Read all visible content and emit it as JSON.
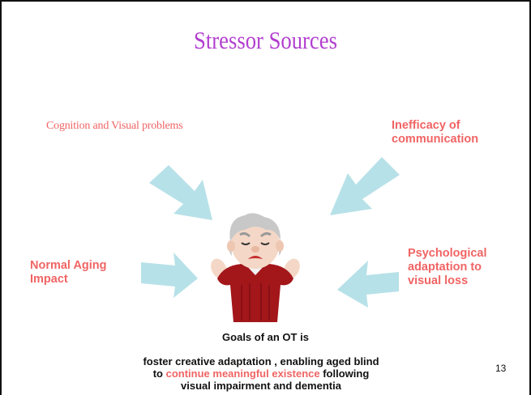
{
  "slide": {
    "title": "Stressor Sources",
    "labels": {
      "top_left": "Cognition and Visual problems",
      "top_right": "Inefficacy of communication",
      "bottom_left": "Normal Aging Impact",
      "bottom_right": "Psychological adaptation to visual loss"
    },
    "goals": {
      "heading": "Goals of an OT is",
      "line_1": "foster creative adaptation , enabling aged blind",
      "line_2_prefix": "to ",
      "line_2_highlight": "continue meaningful existence",
      "line_2_suffix": " following",
      "line_3": "visual impairment and dementia"
    },
    "page_number": "13"
  },
  "colors": {
    "title": "#b23fd0",
    "accent_text": "#f06464",
    "arrow_fill": "#b7e1e8",
    "sweater": "#a3161a",
    "hair": "#c8c8c8"
  },
  "icons": {
    "center_figure": "sad-elderly-man-shrugging"
  }
}
